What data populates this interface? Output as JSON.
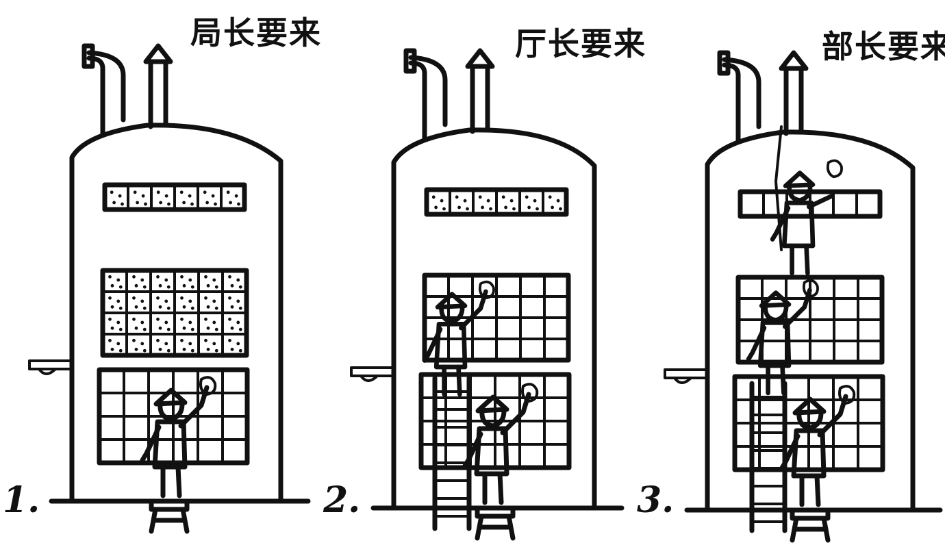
{
  "panels": [
    {
      "number": "1.",
      "title": "局长要来",
      "workers": 1
    },
    {
      "number": "2.",
      "title": "厅长要来",
      "workers": 2
    },
    {
      "number": "3.",
      "title": "部长要来",
      "workers": 3
    }
  ],
  "colors": {
    "ink": "#111111",
    "paper": "#ffffff"
  }
}
